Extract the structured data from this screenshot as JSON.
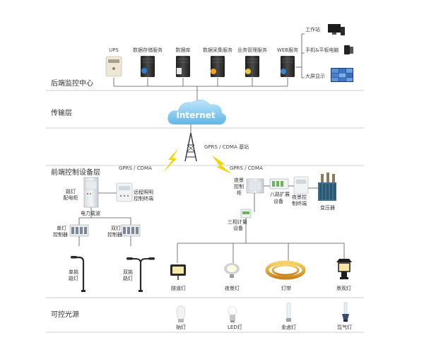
{
  "sections": {
    "backend": "后端监控中心",
    "transport": "传输层",
    "frontend": "前端控制设备层",
    "light": "可控光源"
  },
  "backend": {
    "ups": "UPS",
    "storage": "数据存储服务",
    "database": "数据库",
    "collect": "数据采集服务",
    "business": "业务管理服务",
    "web": "WEB服务",
    "workstation": "工作站",
    "mobile": "手机&平板电脑",
    "bigscreen": "大屏显示"
  },
  "transport": {
    "cloud": "Internet",
    "tower": "GPRS / CDMA 基站",
    "gprs_left": "GPRS / CDMA",
    "gprs_right": "GPRS / CDMA"
  },
  "frontend": {
    "cabinet_1": "路灯",
    "cabinet_2": "配电柜",
    "remote_1": "远程照明",
    "remote_2": "控制终端",
    "plc": "电力载波",
    "single_ctrl_1": "单灯",
    "single_ctrl_2": "控制器",
    "double_ctrl_1": "双灯",
    "double_ctrl_2": "控制器",
    "single_pole_1": "单挑",
    "single_pole_2": "路灯",
    "double_pole_1": "双挑",
    "double_pole_2": "路灯",
    "night_cab_1": "夜景",
    "night_cab_2": "控制",
    "night_cab_3": "柜",
    "expand_1": "八路扩展",
    "expand_2": "设备",
    "night_term_1": "夜景控",
    "night_term_2": "制终端",
    "transformer": "变压器",
    "meter_1": "三相计量",
    "meter_2": "设备",
    "tunnel": "隧道灯",
    "spot": "夜景灯",
    "strip": "灯带",
    "garden": "景观灯"
  },
  "light": {
    "sodium": "钠灯",
    "led": "LED灯",
    "halide": "金卤灯",
    "xenon": "氙气灯"
  }
}
